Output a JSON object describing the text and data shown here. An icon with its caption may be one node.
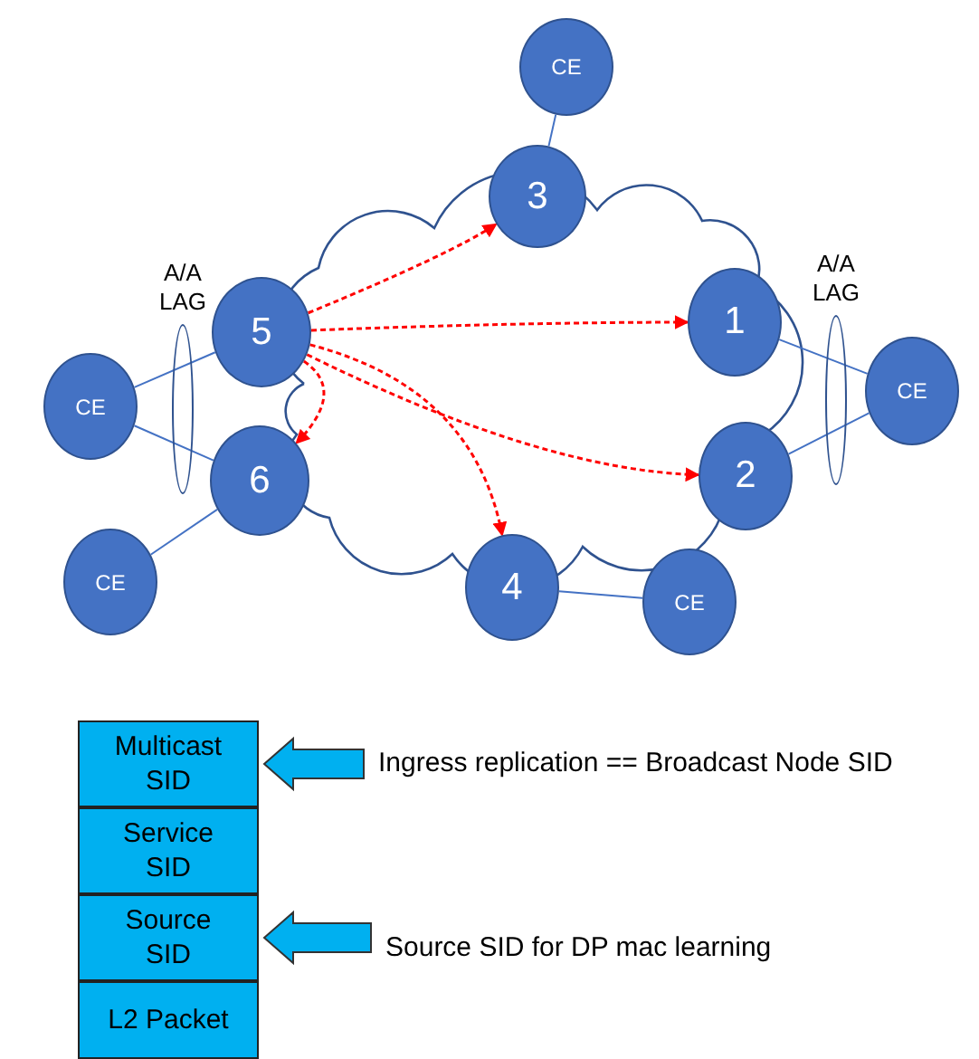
{
  "diagram": {
    "nodes": [
      {
        "text": [
          "CE"
        ]
      },
      {
        "text": [
          "3"
        ]
      },
      {
        "text": [
          "5"
        ]
      },
      {
        "text": [
          "1"
        ]
      },
      {
        "text": [
          "CE"
        ]
      },
      {
        "text": [
          "CE"
        ]
      },
      {
        "text": [
          "6"
        ]
      },
      {
        "text": [
          "2"
        ]
      },
      {
        "text": [
          "CE"
        ]
      },
      {
        "text": [
          "4"
        ]
      },
      {
        "text": [
          "CE"
        ]
      },
      {
        "text": [
          "Multicast SID"
        ]
      },
      {
        "text": [
          "Service SID"
        ]
      },
      {
        "text": [
          "Source SID"
        ]
      },
      {
        "text": [
          "L2 Packet"
        ]
      },
      {
        "text": [
          "Ingress replication == Broadcast Node SID"
        ]
      },
      {
        "text": [
          "Source SID for DP mac learning"
        ]
      },
      {
        "text": [],
        "shape": "ellipse",
        "beside": [
          "A/A LAG"
        ]
      },
      {
        "text": [],
        "shape": "ellipse",
        "beside": [
          "A/A LAG"
        ]
      }
    ],
    "edges": [
      {
        "from": 0,
        "to": 1,
        "arrow": "none"
      },
      {
        "from": 4,
        "to": 2,
        "arrow": "none"
      },
      {
        "from": 4,
        "to": 6,
        "arrow": "none"
      },
      {
        "from": 3,
        "to": 5,
        "arrow": "none"
      },
      {
        "from": 7,
        "to": 5,
        "arrow": "none"
      },
      {
        "from": 6,
        "to": 8,
        "arrow": "none"
      },
      {
        "from": 9,
        "to": 10,
        "arrow": "none"
      },
      {
        "from": 2,
        "to": 1,
        "arrow": "to",
        "style": "dashed",
        "color": "#ff0000"
      },
      {
        "from": 2,
        "to": 3,
        "arrow": "to",
        "style": "dashed",
        "color": "#ff0000"
      },
      {
        "from": 2,
        "to": 7,
        "arrow": "to",
        "style": "dashed",
        "color": "#ff0000"
      },
      {
        "from": 2,
        "to": 9,
        "arrow": "to",
        "style": "dashed",
        "color": "#ff0000"
      },
      {
        "from": 2,
        "to": 6,
        "arrow": "to",
        "style": "dashed",
        "color": "#ff0000"
      },
      {
        "from": 15,
        "to": 11,
        "arrow": "to",
        "style": "thick",
        "color": "#00b0f0"
      },
      {
        "from": 16,
        "to": 13,
        "arrow": "to",
        "style": "thick",
        "color": "#00b0f0"
      }
    ]
  }
}
